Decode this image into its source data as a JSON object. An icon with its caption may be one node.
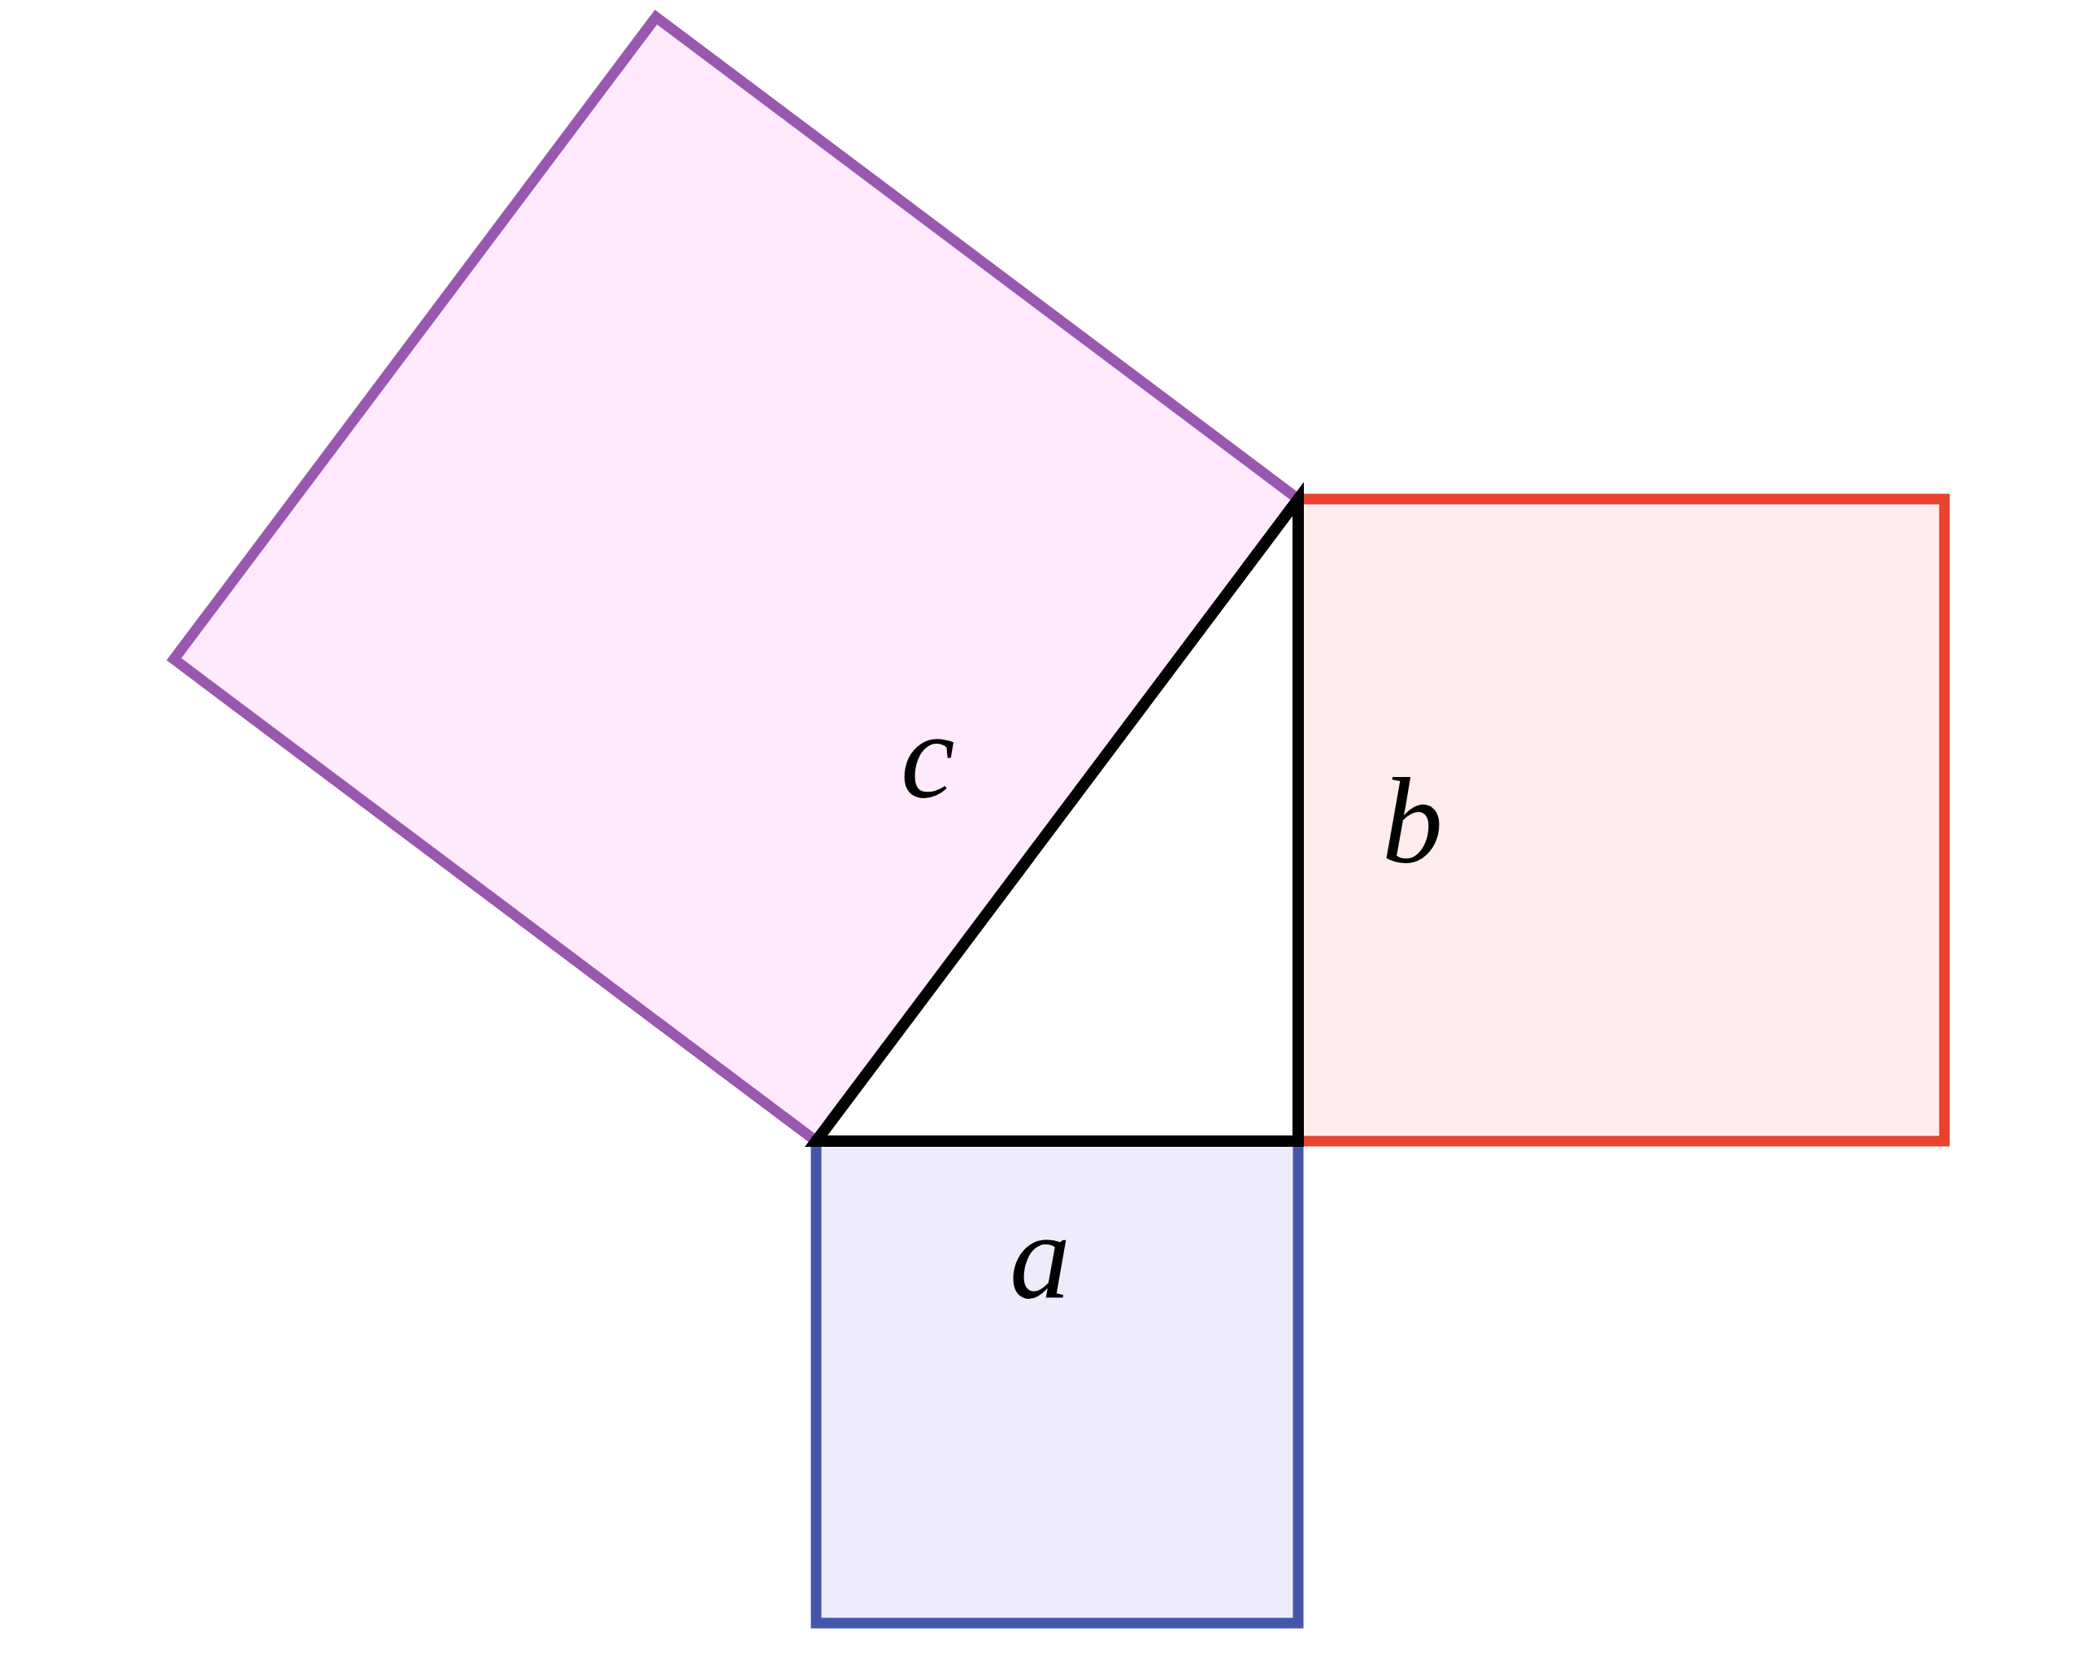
{
  "diagram": {
    "nodes": [
      {
        "text": [
          "c"
        ]
      },
      {
        "text": [
          "b"
        ]
      },
      {
        "text": [
          "a"
        ]
      },
      {
        "text": [],
        "shape": "triangle"
      }
    ]
  }
}
